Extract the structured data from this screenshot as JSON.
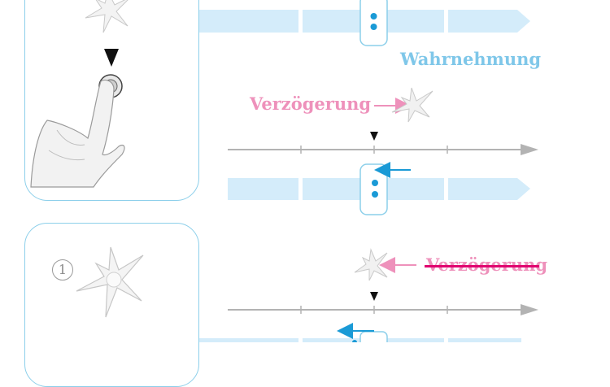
{
  "labels": {
    "perception": "Wahrnehmung",
    "delay_top": "Verzögerung",
    "delay_bottom_struck": "Verzögerung"
  },
  "badge_number": "1",
  "icons": [
    "neuron-icon",
    "finger-press-icon",
    "arrow-icon",
    "marker-triangle-icon",
    "pause-icon"
  ],
  "colors": {
    "panel_border": "#8ccfea",
    "band": "#d4ecfa",
    "perception_text": "#7fc7e9",
    "delay_text": "#ee91bb",
    "strike_line": "#e0006f",
    "blue_arrow": "#1a9ad6",
    "timeline": "#b3b3b3"
  }
}
